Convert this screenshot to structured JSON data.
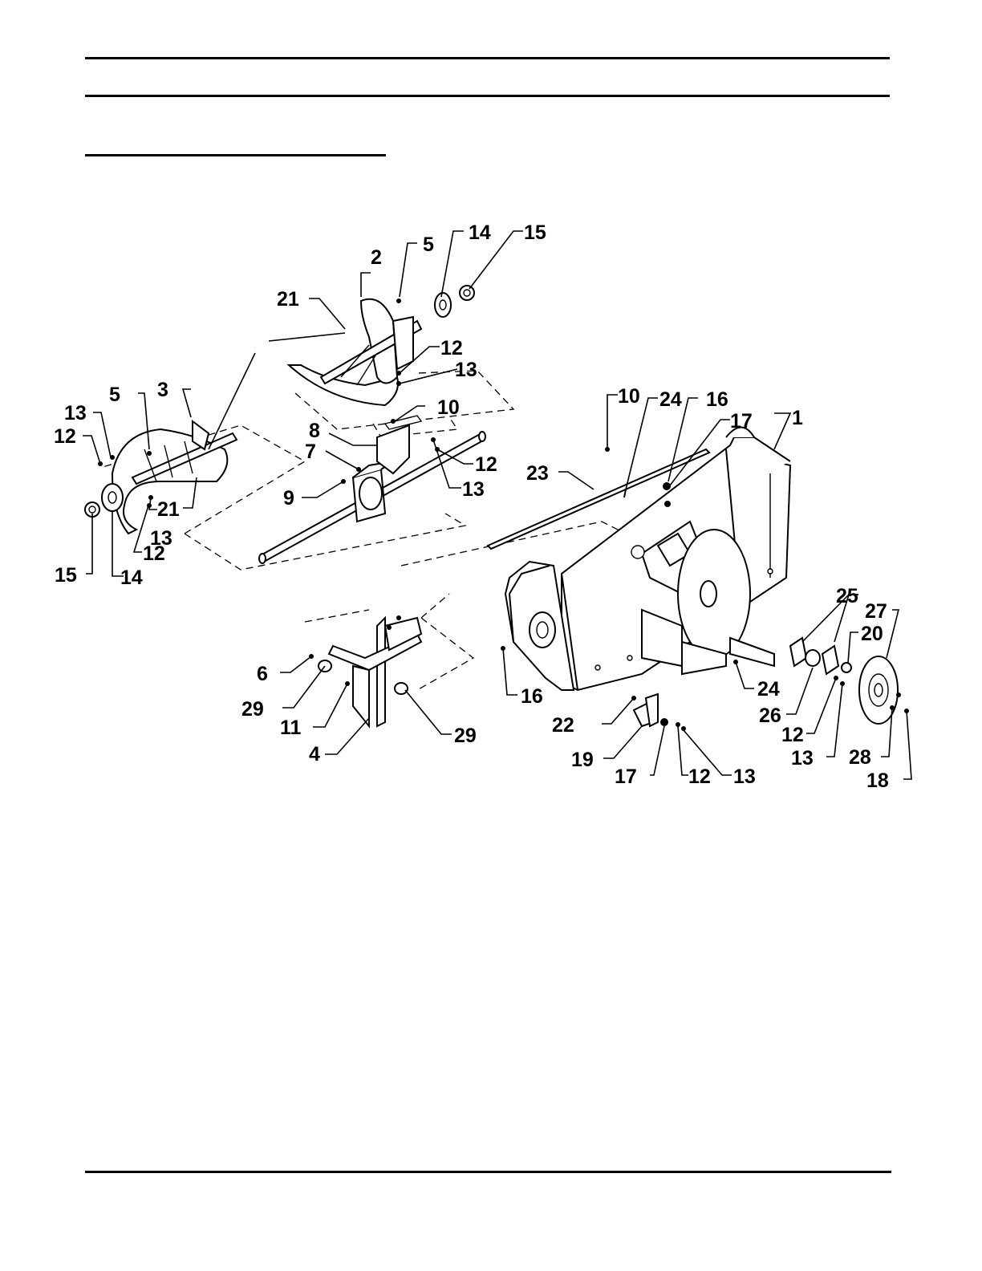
{
  "diagram": {
    "callouts": [
      {
        "id": "c1",
        "text": "1"
      },
      {
        "id": "c2",
        "text": "2"
      },
      {
        "id": "c3",
        "text": "3"
      },
      {
        "id": "c4",
        "text": "4"
      },
      {
        "id": "c5a",
        "text": "5"
      },
      {
        "id": "c5b",
        "text": "5"
      },
      {
        "id": "c6",
        "text": "6"
      },
      {
        "id": "c7",
        "text": "7"
      },
      {
        "id": "c8",
        "text": "8"
      },
      {
        "id": "c9",
        "text": "9"
      },
      {
        "id": "c10a",
        "text": "10"
      },
      {
        "id": "c10b",
        "text": "10"
      },
      {
        "id": "c11",
        "text": "11"
      },
      {
        "id": "c12a",
        "text": "12"
      },
      {
        "id": "c12b",
        "text": "12"
      },
      {
        "id": "c12c",
        "text": "12"
      },
      {
        "id": "c12d",
        "text": "12"
      },
      {
        "id": "c12e",
        "text": "12"
      },
      {
        "id": "c12f",
        "text": "12"
      },
      {
        "id": "c13a",
        "text": "13"
      },
      {
        "id": "c13b",
        "text": "13"
      },
      {
        "id": "c13c",
        "text": "13"
      },
      {
        "id": "c13d",
        "text": "13"
      },
      {
        "id": "c13e",
        "text": "13"
      },
      {
        "id": "c13f",
        "text": "13"
      },
      {
        "id": "c14a",
        "text": "14"
      },
      {
        "id": "c14b",
        "text": "14"
      },
      {
        "id": "c15a",
        "text": "15"
      },
      {
        "id": "c15b",
        "text": "15"
      },
      {
        "id": "c16a",
        "text": "16"
      },
      {
        "id": "c16b",
        "text": "16"
      },
      {
        "id": "c17a",
        "text": "17"
      },
      {
        "id": "c17b",
        "text": "17"
      },
      {
        "id": "c18",
        "text": "18"
      },
      {
        "id": "c19",
        "text": "19"
      },
      {
        "id": "c20",
        "text": "20"
      },
      {
        "id": "c21a",
        "text": "21"
      },
      {
        "id": "c21b",
        "text": "21"
      },
      {
        "id": "c22",
        "text": "22"
      },
      {
        "id": "c23",
        "text": "23"
      },
      {
        "id": "c24a",
        "text": "24"
      },
      {
        "id": "c24b",
        "text": "24"
      },
      {
        "id": "c25",
        "text": "25"
      },
      {
        "id": "c26",
        "text": "26"
      },
      {
        "id": "c27",
        "text": "27"
      },
      {
        "id": "c28",
        "text": "28"
      },
      {
        "id": "c29a",
        "text": "29"
      },
      {
        "id": "c29b",
        "text": "29"
      }
    ]
  }
}
